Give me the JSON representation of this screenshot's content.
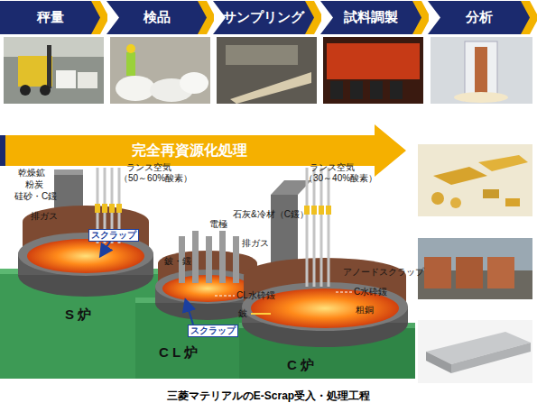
{
  "diagram": {
    "caption": "三菱マテリアルのE-Scrap受入・処理工程",
    "nodes": [
      {
        "text": [
          "秤量"
        ]
      },
      {
        "text": [
          "検品"
        ]
      },
      {
        "text": [
          "サンプリング"
        ]
      },
      {
        "text": [
          "試料調製"
        ]
      },
      {
        "text": [
          "分析"
        ]
      },
      {
        "text": [
          "完全再資源化処理"
        ]
      },
      {
        "text": [
          "スクラップ"
        ]
      },
      {
        "text": [
          "スクラップ"
        ]
      }
    ],
    "labels": [
      "乾燥鉱",
      "粉炭",
      "硅砂・C鍰",
      "ランス空気",
      "（50～60%酸素）",
      "排ガス",
      "電極",
      "鈹・鍰",
      "CL水砕鍰",
      "鈹",
      "石灰&冷材（C鍰）",
      "ランス空気",
      "（30～40%酸素）",
      "排ガス",
      "アノードスクラップ",
      "C水砕鍰",
      "粗銅",
      "S 炉",
      "C L 炉",
      "C 炉"
    ]
  }
}
